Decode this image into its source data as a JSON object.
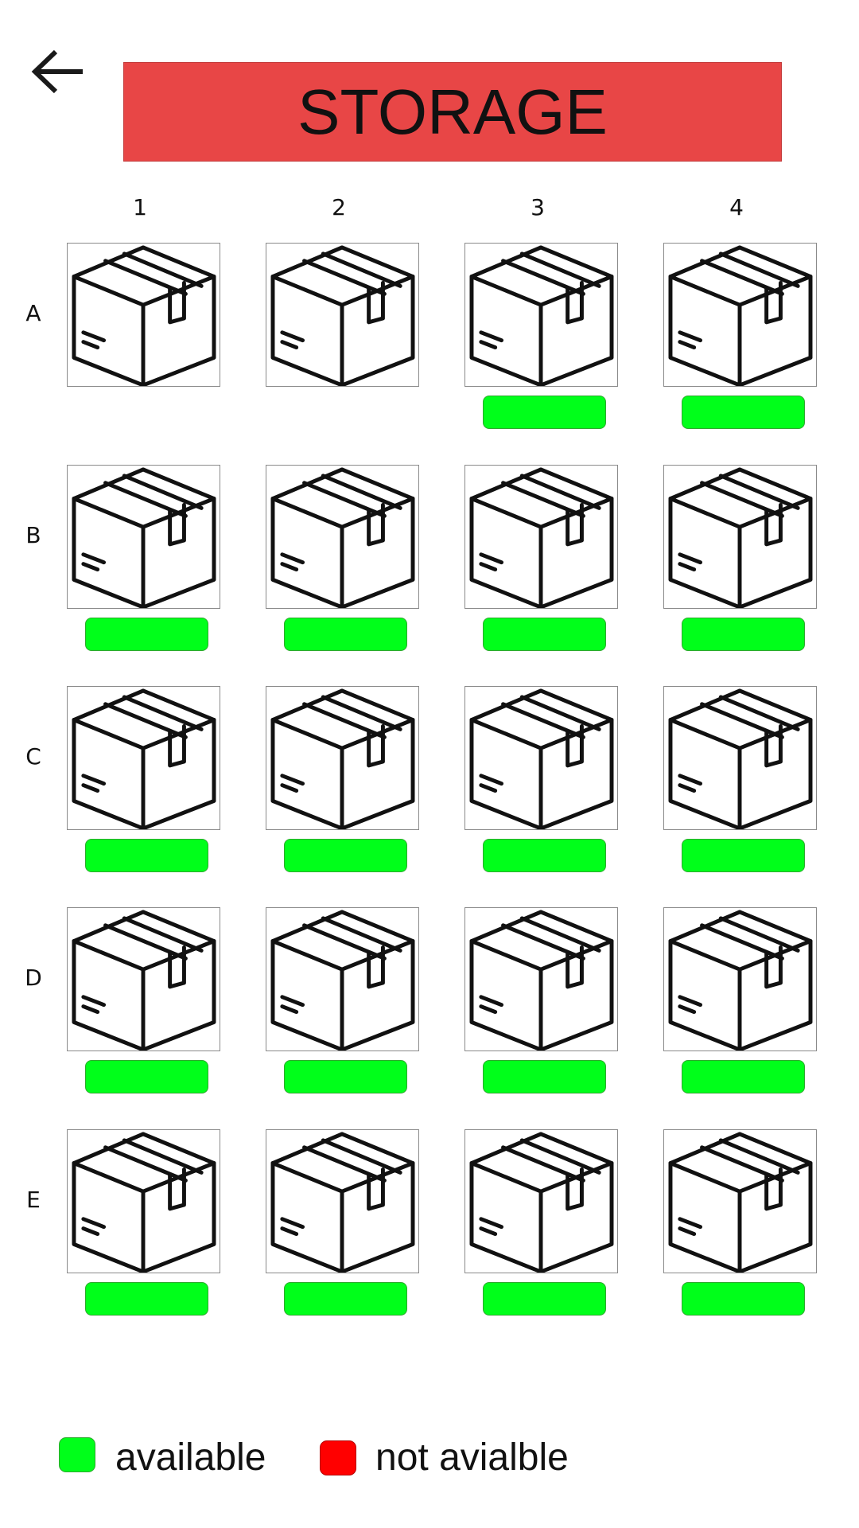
{
  "header": {
    "title": "STORAGE",
    "back_icon": "arrow-left-icon",
    "banner_color": "#e84646"
  },
  "grid": {
    "columns": [
      "1",
      "2",
      "3",
      "4"
    ],
    "rows": [
      {
        "label": "A",
        "cells": [
          {
            "column": "1",
            "status": "none"
          },
          {
            "column": "2",
            "status": "none"
          },
          {
            "column": "3",
            "status": "available"
          },
          {
            "column": "4",
            "status": "available"
          }
        ]
      },
      {
        "label": "B",
        "cells": [
          {
            "column": "1",
            "status": "available"
          },
          {
            "column": "2",
            "status": "available"
          },
          {
            "column": "3",
            "status": "available"
          },
          {
            "column": "4",
            "status": "available"
          }
        ]
      },
      {
        "label": "C",
        "cells": [
          {
            "column": "1",
            "status": "available"
          },
          {
            "column": "2",
            "status": "available"
          },
          {
            "column": "3",
            "status": "available"
          },
          {
            "column": "4",
            "status": "available"
          }
        ]
      },
      {
        "label": "D",
        "cells": [
          {
            "column": "1",
            "status": "available"
          },
          {
            "column": "2",
            "status": "available"
          },
          {
            "column": "3",
            "status": "available"
          },
          {
            "column": "4",
            "status": "available"
          }
        ]
      },
      {
        "label": "E",
        "cells": [
          {
            "column": "1",
            "status": "available"
          },
          {
            "column": "2",
            "status": "available"
          },
          {
            "column": "3",
            "status": "available"
          },
          {
            "column": "4",
            "status": "available"
          }
        ]
      }
    ],
    "cell_icon": "package-box-icon"
  },
  "legend": {
    "available": {
      "label": "available",
      "color": "#00ff1a"
    },
    "unavailable": {
      "label": "not avialble",
      "color": "#ff0000"
    }
  }
}
